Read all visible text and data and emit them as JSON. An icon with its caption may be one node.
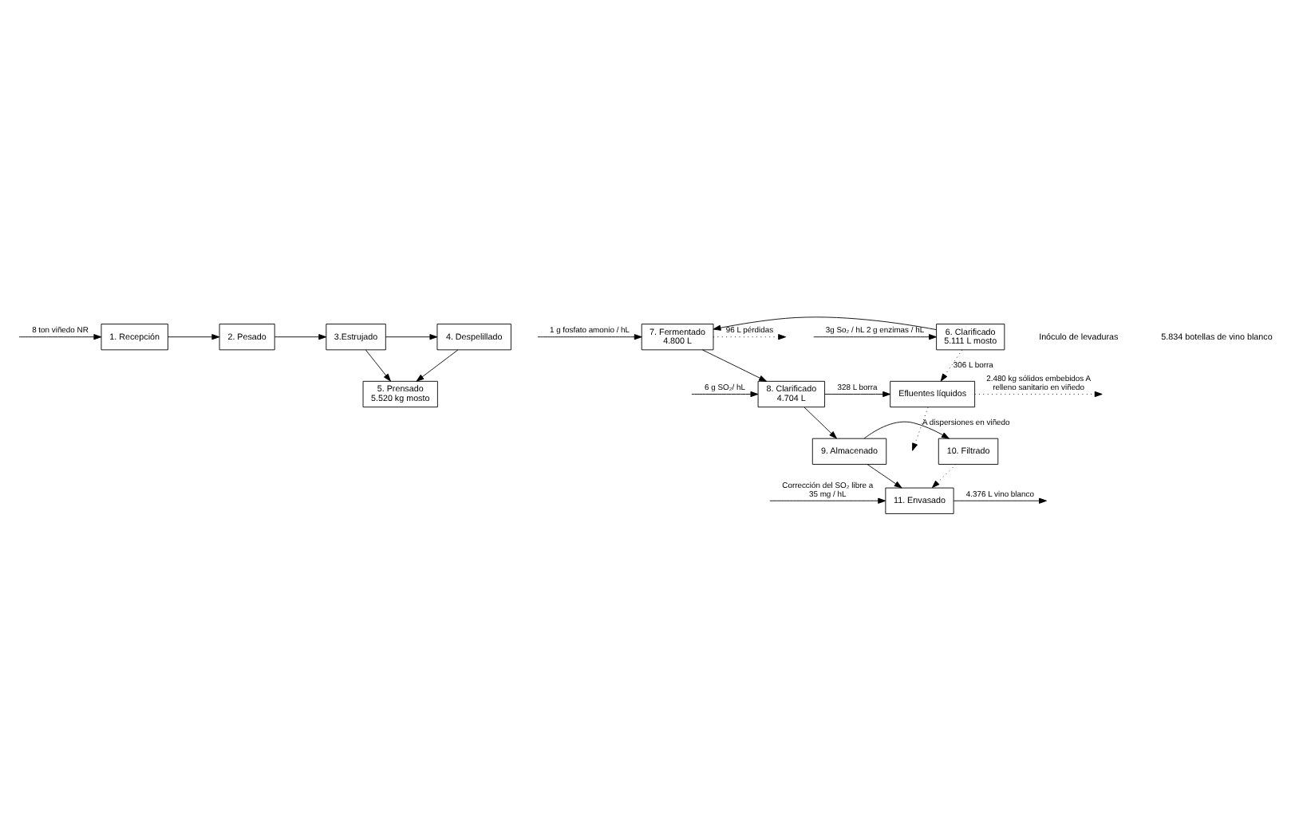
{
  "diagram": {
    "nodes": [
      {
        "text": [
          "1. Recepción"
        ]
      },
      {
        "text": [
          "2. Pesado"
        ]
      },
      {
        "text": [
          "3.Estrujado"
        ]
      },
      {
        "text": [
          "4. Despelillado"
        ]
      },
      {
        "text": [
          "5. Prensado",
          "5.520 kg mosto"
        ]
      },
      {
        "text": [
          "6. Clarificado",
          "5.111 L mosto"
        ]
      },
      {
        "text": [
          "7. Fermentado",
          "4.800 L"
        ]
      },
      {
        "text": [
          "8. Clarificado",
          "4.704 L"
        ]
      },
      {
        "text": [
          "Efluentes líquidos"
        ]
      },
      {
        "text": [
          "9. Almacenado"
        ]
      },
      {
        "text": [
          "10. Filtrado"
        ]
      },
      {
        "text": [
          "11. Envasado"
        ]
      }
    ],
    "edges": [
      {
        "from": null,
        "to": 0,
        "arrow": "to",
        "label": "8 ton viñedo NR"
      },
      {
        "from": 0,
        "to": 1,
        "arrow": "to"
      },
      {
        "from": 1,
        "to": 2,
        "arrow": "to"
      },
      {
        "from": 2,
        "to": 3,
        "arrow": "to"
      },
      {
        "from": 2,
        "to": 4,
        "arrow": "to"
      },
      {
        "from": 3,
        "to": 4,
        "arrow": "to"
      },
      {
        "from": 5,
        "to": 6,
        "arrow": "to"
      },
      {
        "from": null,
        "to": 5,
        "arrow": "to",
        "label": "3g So₂ / hL 2 g enzimas / hL"
      },
      {
        "from": null,
        "to": 6,
        "arrow": "to",
        "label": "1 g fosfato amonio / hL"
      },
      {
        "from": 6,
        "to": null,
        "arrow": "to",
        "label": "96 L pérdidas",
        "style": "dashed"
      },
      {
        "from": 6,
        "to": 7,
        "arrow": "to"
      },
      {
        "from": 5,
        "to": 8,
        "arrow": "to",
        "label": "306 L borra",
        "style": "dashed"
      },
      {
        "from": null,
        "to": 7,
        "arrow": "to",
        "label": "6 g SO₂/ hL"
      },
      {
        "from": 7,
        "to": 8,
        "arrow": "to",
        "label": "328 L borra"
      },
      {
        "from": 8,
        "to": null,
        "arrow": "to",
        "label": "2.480 kg sólidos embebidos A relleno sanitario en viñedo",
        "style": "dashed"
      },
      {
        "from": 8,
        "to": null,
        "arrow": "to",
        "label": "A dispersiones en viñedo",
        "style": "dashed"
      },
      {
        "from": 7,
        "to": 9,
        "arrow": "to"
      },
      {
        "from": 9,
        "to": 10,
        "arrow": "to"
      },
      {
        "from": 9,
        "to": 11,
        "arrow": "to"
      },
      {
        "from": 10,
        "to": 11,
        "arrow": "to",
        "style": "dashed"
      },
      {
        "from": null,
        "to": 11,
        "arrow": "to",
        "label": "Corrección del SO₂ libre a 35 mg / hL"
      },
      {
        "from": 11,
        "to": null,
        "arrow": "to",
        "label": "4.376 L vino blanco"
      }
    ],
    "labels": [
      "Inóculo de levaduras",
      "5.834 botellas de vino blanco"
    ]
  }
}
